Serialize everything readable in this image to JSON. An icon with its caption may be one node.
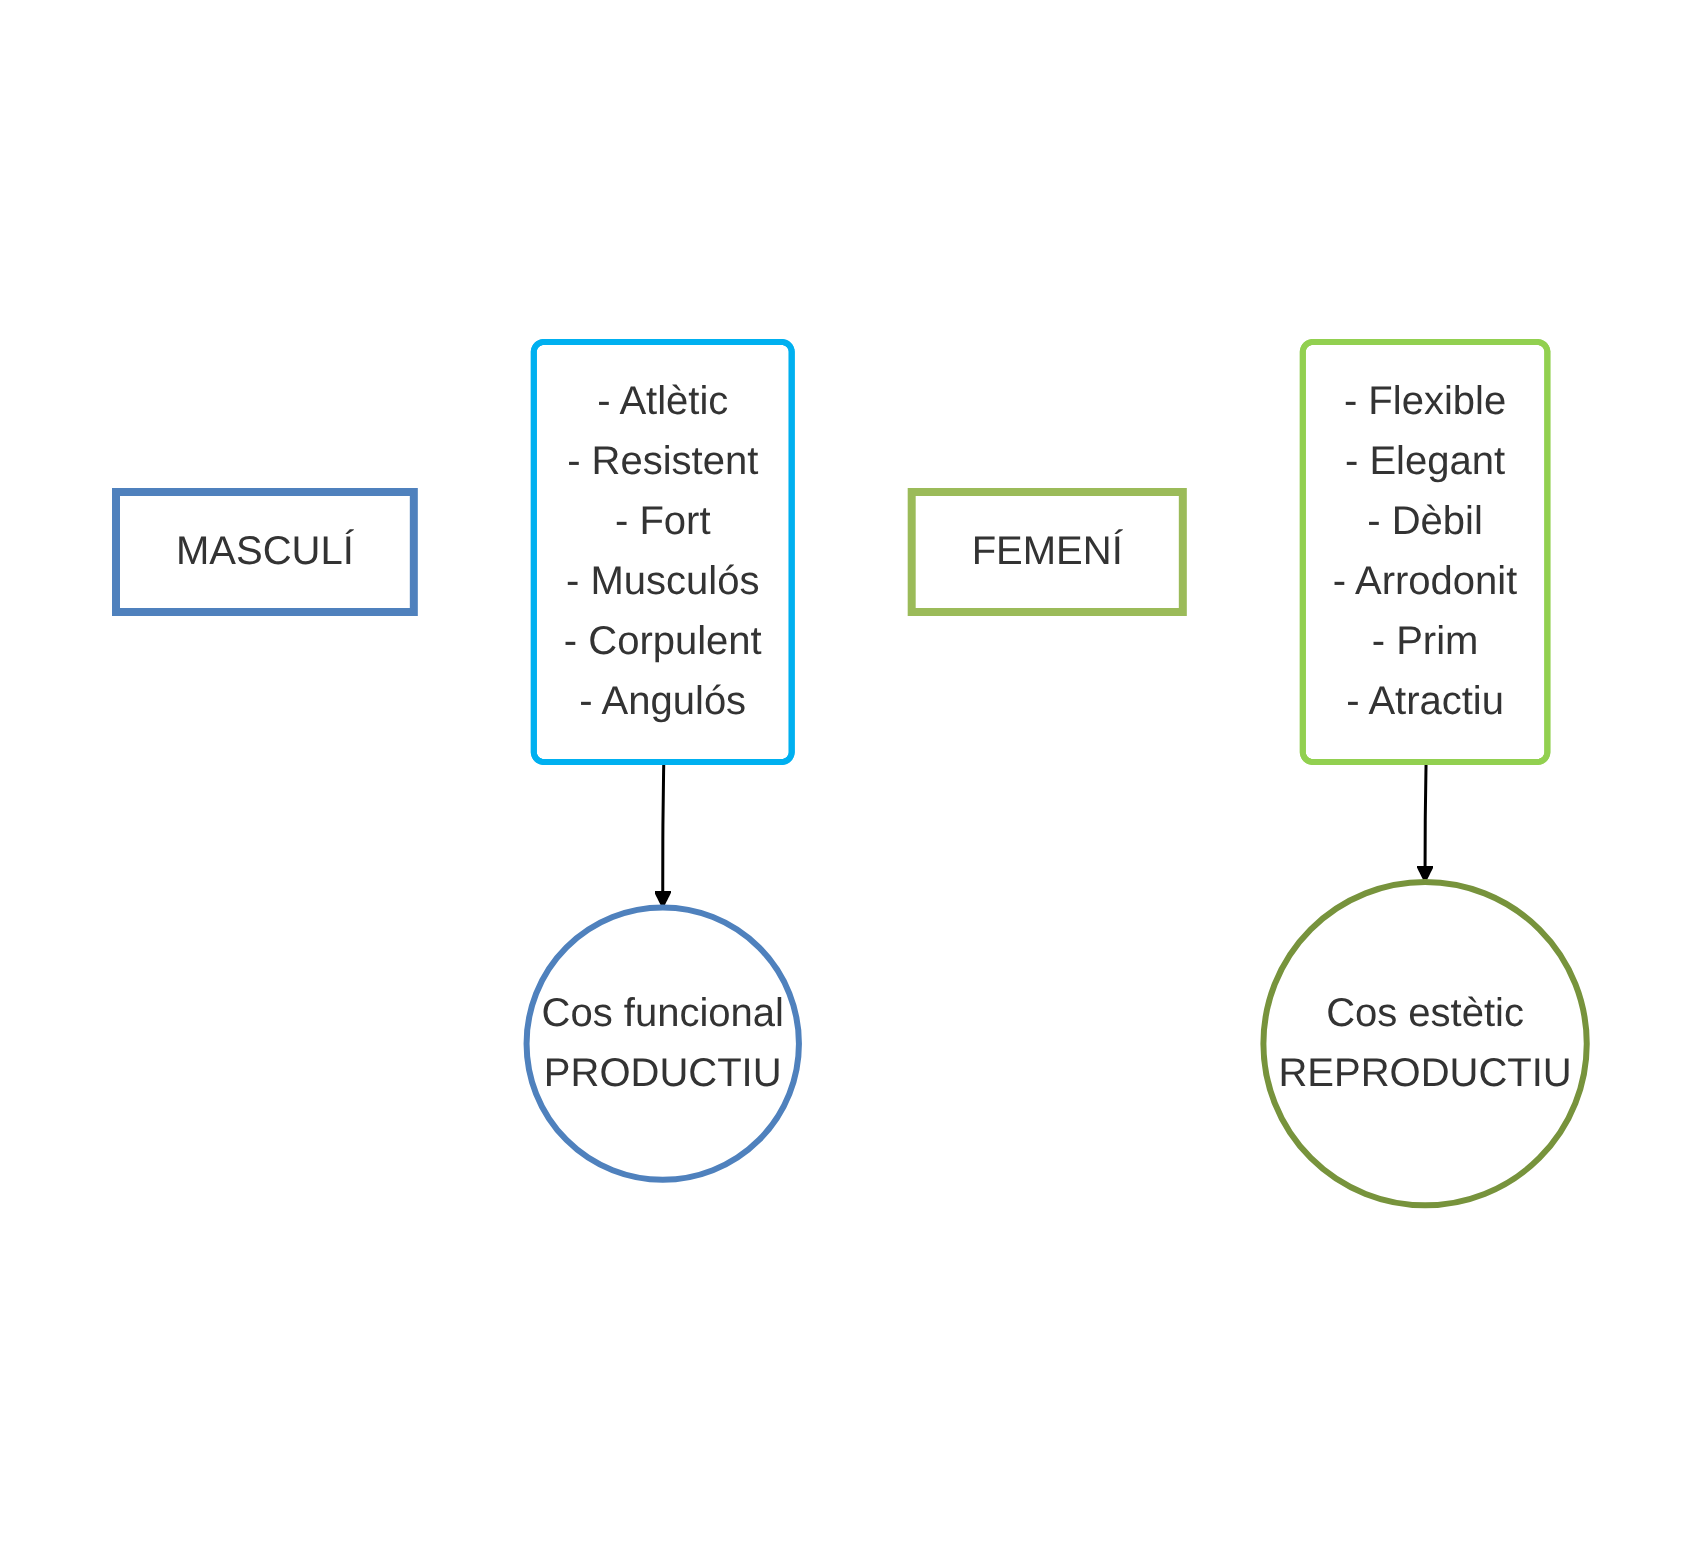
{
  "diagram": {
    "nodes": [
      {
        "text": [
          "MASCULÍ"
        ]
      },
      {
        "text": [
          "- Atlètic",
          "- Resistent",
          "- Fort",
          "- Musculós",
          "- Corpulent",
          "- Angulós"
        ]
      },
      {
        "text": [
          "Cos funcional",
          "PRODUCTIU"
        ]
      },
      {
        "text": [
          "FEMENÍ"
        ]
      },
      {
        "text": [
          "- Flexible",
          "- Elegant",
          "- Dèbil",
          "- Arrodonit",
          "- Prim",
          "- Atractiu"
        ]
      },
      {
        "text": [
          "Cos estètic",
          "REPRODUCTIU"
        ]
      }
    ],
    "edges": [
      {
        "from": 1,
        "to": 2,
        "arrow": "to"
      },
      {
        "from": 4,
        "to": 5,
        "arrow": "to"
      }
    ]
  }
}
